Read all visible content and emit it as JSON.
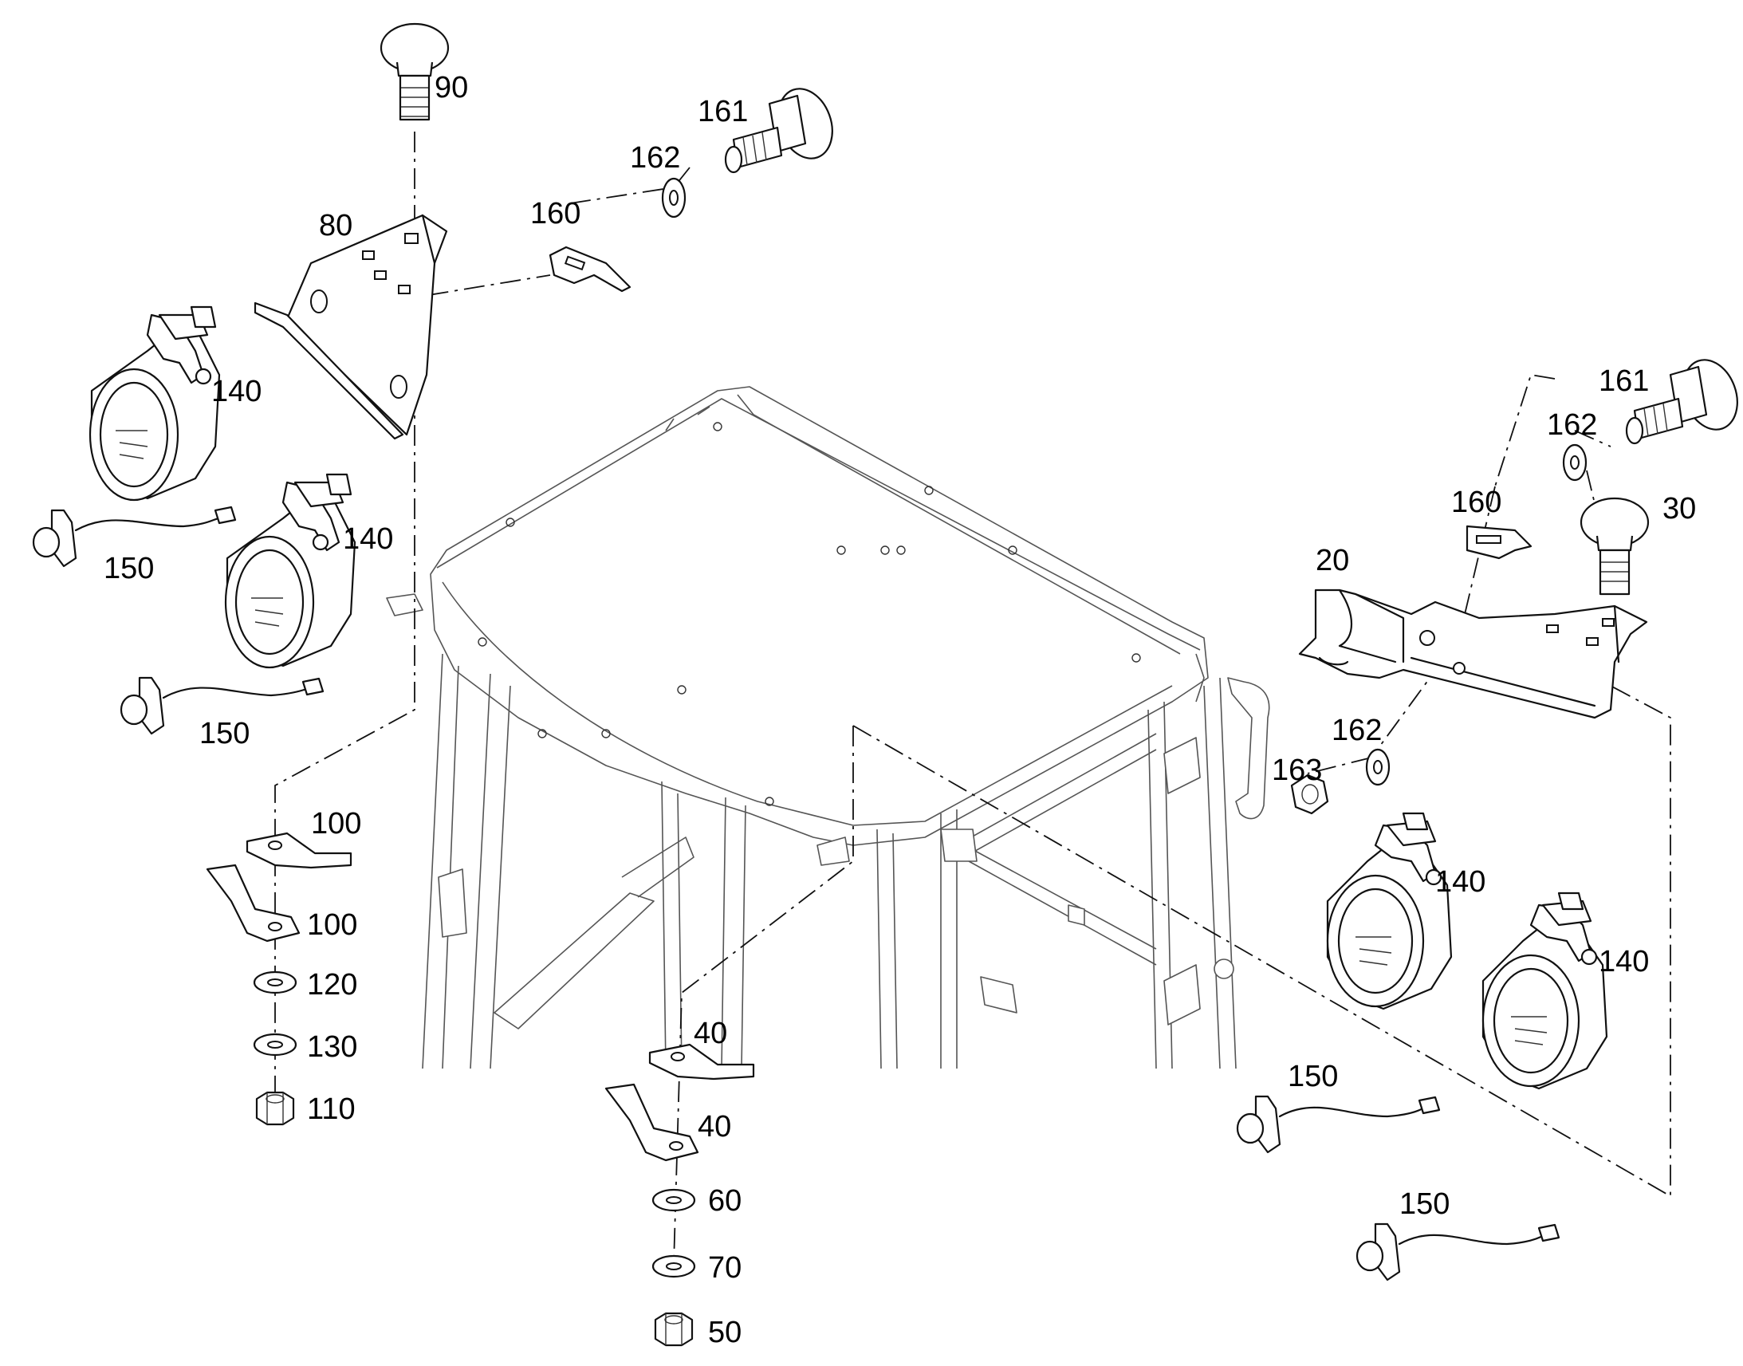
{
  "diagram": {
    "type": "exploded-parts-diagram",
    "colors": {
      "line": "#111111",
      "background": "#ffffff"
    },
    "callouts": [
      {
        "id": "c90",
        "text": "90"
      },
      {
        "id": "c161a",
        "text": "161"
      },
      {
        "id": "c162a",
        "text": "162"
      },
      {
        "id": "c80",
        "text": "80"
      },
      {
        "id": "c160a",
        "text": "160"
      },
      {
        "id": "c140a",
        "text": "140"
      },
      {
        "id": "c140b",
        "text": "140"
      },
      {
        "id": "c150a",
        "text": "150"
      },
      {
        "id": "c150b",
        "text": "150"
      },
      {
        "id": "c100a",
        "text": "100"
      },
      {
        "id": "c100b",
        "text": "100"
      },
      {
        "id": "c120",
        "text": "120"
      },
      {
        "id": "c130",
        "text": "130"
      },
      {
        "id": "c110",
        "text": "110"
      },
      {
        "id": "c40a",
        "text": "40"
      },
      {
        "id": "c40b",
        "text": "40"
      },
      {
        "id": "c60",
        "text": "60"
      },
      {
        "id": "c70",
        "text": "70"
      },
      {
        "id": "c50",
        "text": "50"
      },
      {
        "id": "c161b",
        "text": "161"
      },
      {
        "id": "c162b",
        "text": "162"
      },
      {
        "id": "c160b",
        "text": "160"
      },
      {
        "id": "c30",
        "text": "30"
      },
      {
        "id": "c20",
        "text": "20"
      },
      {
        "id": "c162c",
        "text": "162"
      },
      {
        "id": "c163",
        "text": "163"
      },
      {
        "id": "c140c",
        "text": "140"
      },
      {
        "id": "c140d",
        "text": "140"
      },
      {
        "id": "c150c",
        "text": "150"
      },
      {
        "id": "c150d",
        "text": "150"
      }
    ]
  }
}
